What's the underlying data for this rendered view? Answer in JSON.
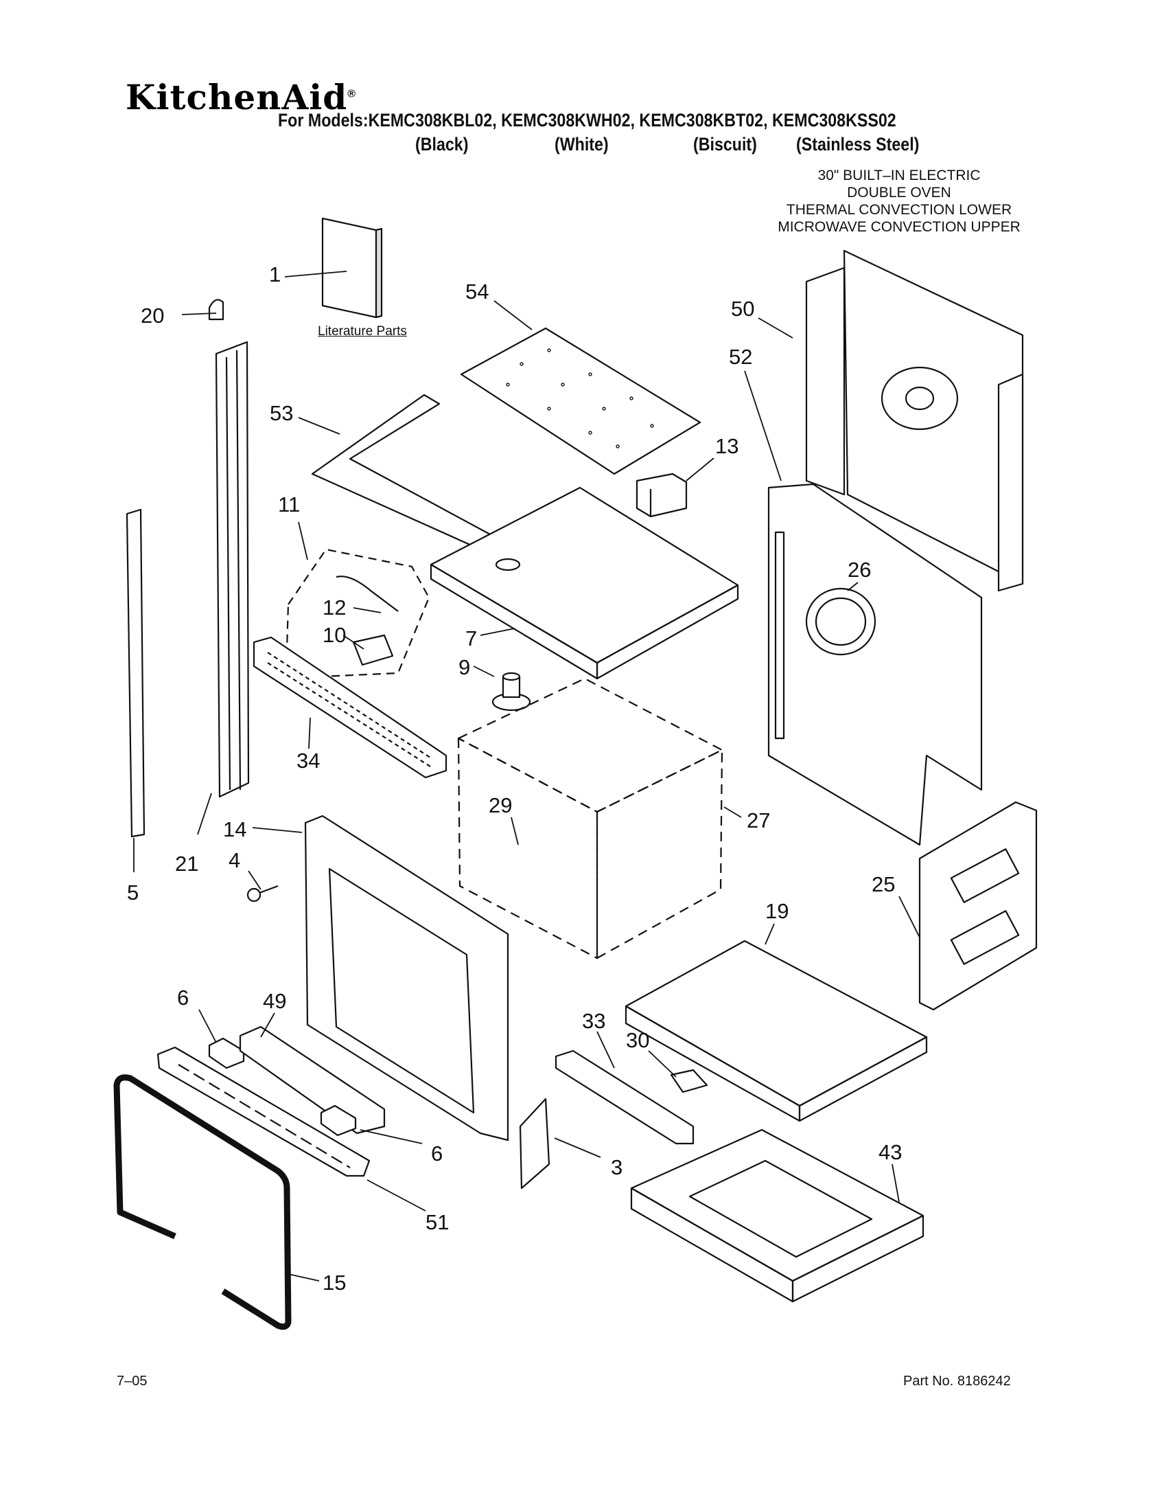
{
  "brand": "KitchenAid",
  "models_line": "For Models:KEMC308KBL02, KEMC308KWH02, KEMC308KBT02, KEMC308KSS02",
  "finishes": [
    "(Black)",
    "(White)",
    "(Biscuit)",
    "(Stainless Steel)"
  ],
  "description": [
    "30\" BUILT–IN ELECTRIC",
    "DOUBLE OVEN",
    "THERMAL CONVECTION LOWER",
    "MICROWAVE CONVECTION UPPER"
  ],
  "literature_label": "Literature Parts",
  "footer": {
    "date": "7–05",
    "part_no": "Part No. 8186242"
  },
  "callouts": {
    "c1": "1",
    "c20": "20",
    "c54": "54",
    "c50": "50",
    "c52": "52",
    "c53": "53",
    "c13": "13",
    "c11": "11",
    "c26": "26",
    "c12": "12",
    "c10": "10",
    "c7": "7",
    "c9": "9",
    "c34": "34",
    "c29": "29",
    "c27": "27",
    "c14": "14",
    "c21": "21",
    "c4": "4",
    "c5": "5",
    "c25": "25",
    "c19": "19",
    "c6a": "6",
    "c49": "49",
    "c33": "33",
    "c30": "30",
    "c6b": "6",
    "c3": "3",
    "c43": "43",
    "c51": "51",
    "c15": "15"
  }
}
